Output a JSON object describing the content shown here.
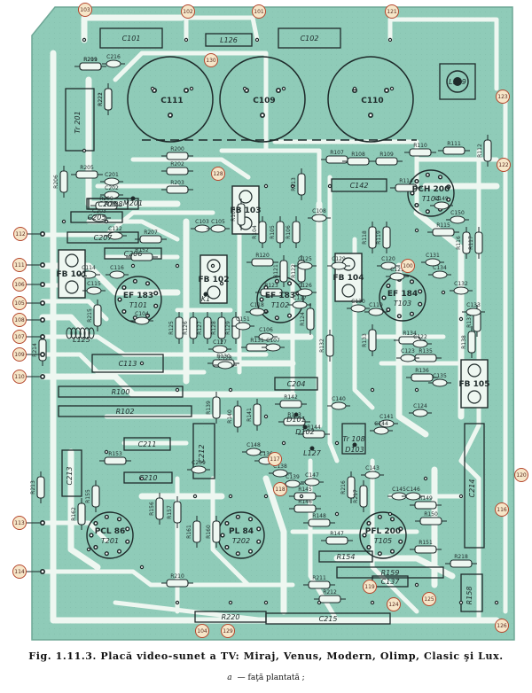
{
  "figure": {
    "caption": "Fig. 1.11.3. Placă video-sunet a TV: Miraj, Venus, Modern, Olimp, Clasic şi Lux.",
    "sub_letter": "a",
    "sub_text": "— faţă plantată ;"
  },
  "board": {
    "colors": {
      "board": "#8fcbb8",
      "dark": "#79b5a3",
      "trace": "#eef7f1",
      "component": "#1e2a2a",
      "pin": "#ffffff",
      "badge_fill": "#f6e6c8",
      "badge_stroke": "#b5472e"
    },
    "connectors": [
      {
        "id": "103",
        "label": "103"
      },
      {
        "id": "102",
        "label": "102"
      },
      {
        "id": "101",
        "label": "101"
      },
      {
        "id": "121",
        "label": "121"
      },
      {
        "id": "123",
        "label": "123"
      },
      {
        "id": "122",
        "label": "122"
      },
      {
        "id": "112",
        "label": "112"
      },
      {
        "id": "111",
        "label": "111"
      },
      {
        "id": "106",
        "label": "106"
      },
      {
        "id": "105",
        "label": "105"
      },
      {
        "id": "108",
        "label": "108"
      },
      {
        "id": "107",
        "label": "107"
      },
      {
        "id": "109",
        "label": "109"
      },
      {
        "id": "110",
        "label": "110"
      },
      {
        "id": "113",
        "label": "113"
      },
      {
        "id": "114",
        "label": "114"
      },
      {
        "id": "120",
        "label": "120"
      },
      {
        "id": "116",
        "label": "116"
      },
      {
        "id": "104",
        "label": "104"
      },
      {
        "id": "129",
        "label": "129"
      },
      {
        "id": "118",
        "label": "118"
      },
      {
        "id": "117",
        "label": "117"
      },
      {
        "id": "119",
        "label": "119"
      },
      {
        "id": "124",
        "label": "124"
      },
      {
        "id": "125",
        "label": "125"
      },
      {
        "id": "126",
        "label": "126"
      },
      {
        "id": "128",
        "label": "128"
      },
      {
        "id": "130",
        "label": "130"
      },
      {
        "id": "100",
        "label": "100"
      }
    ],
    "big_caps": [
      {
        "label": "C111"
      },
      {
        "label": "C109"
      },
      {
        "label": "C110"
      }
    ],
    "tubes": [
      {
        "label": "EF 183",
        "sub": "T101"
      },
      {
        "label": "EF 183",
        "sub": "T102"
      },
      {
        "label": "EF 184",
        "sub": "T103"
      },
      {
        "label": "PCH 200",
        "sub": "T104"
      },
      {
        "label": "PCL 86",
        "sub": "T201"
      },
      {
        "label": "PL 84",
        "sub": "T202"
      },
      {
        "label": "PFL 200",
        "sub": "T105"
      }
    ],
    "fb": [
      {
        "label": "FB 101"
      },
      {
        "label": "FB 102"
      },
      {
        "label": "FB 103"
      },
      {
        "label": "FB 104"
      },
      {
        "label": "FB 105"
      }
    ],
    "boxes": [
      {
        "label": "C101"
      },
      {
        "label": "C102"
      },
      {
        "label": "L126"
      },
      {
        "label": "L119"
      },
      {
        "label": "Tr 201"
      },
      {
        "label": "Tr 108"
      },
      {
        "label": "C113"
      },
      {
        "label": "R100"
      },
      {
        "label": "R102"
      },
      {
        "label": "C211"
      },
      {
        "label": "C212"
      },
      {
        "label": "C210"
      },
      {
        "label": "C213"
      },
      {
        "label": "C214"
      },
      {
        "label": "C215"
      },
      {
        "label": "R220"
      },
      {
        "label": "R159"
      },
      {
        "label": "C142"
      },
      {
        "label": "C205"
      },
      {
        "label": "C207"
      },
      {
        "label": "C206"
      },
      {
        "label": "R208"
      },
      {
        "label": "C208"
      },
      {
        "label": "C204"
      },
      {
        "label": "C137"
      },
      {
        "label": "R154"
      },
      {
        "label": "R158"
      }
    ],
    "resistors": [
      {
        "label": "R201"
      },
      {
        "label": "R222"
      },
      {
        "label": "R205"
      },
      {
        "label": "R206"
      },
      {
        "label": "R200"
      },
      {
        "label": "R202"
      },
      {
        "label": "R203"
      },
      {
        "label": "R207"
      },
      {
        "label": "R209"
      },
      {
        "label": "R103"
      },
      {
        "label": "R104"
      },
      {
        "label": "R105"
      },
      {
        "label": "R106"
      },
      {
        "label": "R107"
      },
      {
        "label": "R108"
      },
      {
        "label": "R109"
      },
      {
        "label": "R110"
      },
      {
        "label": "R111"
      },
      {
        "label": "R112"
      },
      {
        "label": "R113"
      },
      {
        "label": "R114"
      },
      {
        "label": "R115"
      },
      {
        "label": "R116"
      },
      {
        "label": "R117"
      },
      {
        "label": "R118"
      },
      {
        "label": "R119"
      },
      {
        "label": "R120"
      },
      {
        "label": "R121"
      },
      {
        "label": "R122"
      },
      {
        "label": "R123"
      },
      {
        "label": "R124"
      },
      {
        "label": "R125"
      },
      {
        "label": "R126"
      },
      {
        "label": "R127"
      },
      {
        "label": "R128"
      },
      {
        "label": "R129"
      },
      {
        "label": "R130"
      },
      {
        "label": "R131"
      },
      {
        "label": "R132"
      },
      {
        "label": "R133"
      },
      {
        "label": "R134"
      },
      {
        "label": "R135"
      },
      {
        "label": "R136"
      },
      {
        "label": "R137"
      },
      {
        "label": "R138"
      },
      {
        "label": "R139"
      },
      {
        "label": "R140"
      },
      {
        "label": "R141"
      },
      {
        "label": "R142"
      },
      {
        "label": "R143"
      },
      {
        "label": "R144"
      },
      {
        "label": "R145"
      },
      {
        "label": "R146"
      },
      {
        "label": "R147"
      },
      {
        "label": "R148"
      },
      {
        "label": "R149"
      },
      {
        "label": "R150"
      },
      {
        "label": "R151"
      },
      {
        "label": "R152"
      },
      {
        "label": "R153"
      },
      {
        "label": "R155"
      },
      {
        "label": "R156"
      },
      {
        "label": "R157"
      },
      {
        "label": "R160"
      },
      {
        "label": "R161"
      },
      {
        "label": "R162"
      },
      {
        "label": "R210"
      },
      {
        "label": "R211"
      },
      {
        "label": "R212"
      },
      {
        "label": "R213"
      },
      {
        "label": "R214"
      },
      {
        "label": "R215"
      },
      {
        "label": "R216"
      },
      {
        "label": "R217"
      },
      {
        "label": "R218"
      },
      {
        "label": "R219"
      },
      {
        "label": "R221"
      }
    ],
    "small_caps": [
      {
        "label": "C216"
      },
      {
        "label": "C201"
      },
      {
        "label": "C202"
      },
      {
        "label": "C203"
      },
      {
        "label": "C209"
      },
      {
        "label": "C103"
      },
      {
        "label": "C104"
      },
      {
        "label": "C105"
      },
      {
        "label": "C106"
      },
      {
        "label": "C107"
      },
      {
        "label": "C108"
      },
      {
        "label": "C112"
      },
      {
        "label": "C114"
      },
      {
        "label": "C115"
      },
      {
        "label": "C116"
      },
      {
        "label": "C117"
      },
      {
        "label": "C118"
      },
      {
        "label": "C119"
      },
      {
        "label": "C120"
      },
      {
        "label": "C121"
      },
      {
        "label": "C122"
      },
      {
        "label": "C123"
      },
      {
        "label": "C124"
      },
      {
        "label": "C125"
      },
      {
        "label": "C126"
      },
      {
        "label": "C127"
      },
      {
        "label": "C128"
      },
      {
        "label": "C129"
      },
      {
        "label": "C130"
      },
      {
        "label": "C131"
      },
      {
        "label": "C132"
      },
      {
        "label": "C133"
      },
      {
        "label": "C134"
      },
      {
        "label": "C135"
      },
      {
        "label": "C136"
      },
      {
        "label": "C138"
      },
      {
        "label": "C139"
      },
      {
        "label": "C140"
      },
      {
        "label": "C141"
      },
      {
        "label": "C143"
      },
      {
        "label": "C144"
      },
      {
        "label": "C145"
      },
      {
        "label": "C146"
      },
      {
        "label": "C147"
      },
      {
        "label": "C148"
      },
      {
        "label": "C149"
      },
      {
        "label": "C150"
      },
      {
        "label": "C151"
      }
    ],
    "misc": [
      {
        "label": "M201"
      },
      {
        "label": "L125"
      },
      {
        "label": "L127"
      },
      {
        "label": "D101"
      },
      {
        "label": "D102"
      },
      {
        "label": "D103"
      },
      {
        "label": "K1"
      }
    ]
  }
}
